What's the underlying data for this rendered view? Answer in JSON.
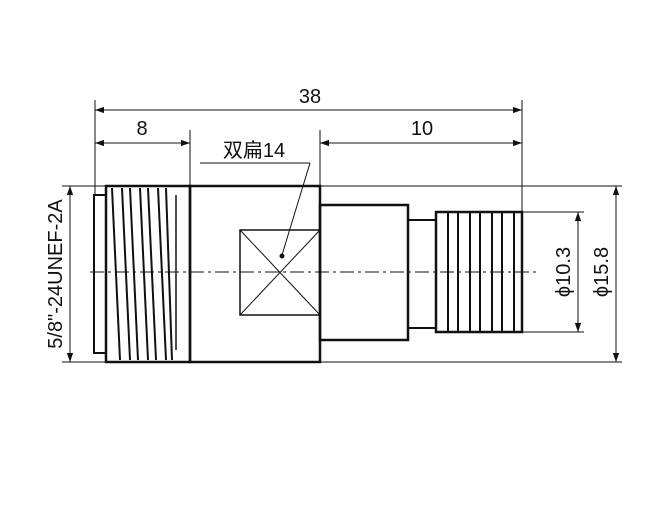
{
  "dimensions": {
    "overall_length": "38",
    "left_length": "8",
    "right_length": "10",
    "hex_label": "双扁14",
    "thread_spec": "5/8\"-24UNEF-2A",
    "inner_diameter": "ϕ10.3",
    "outer_diameter": "ϕ15.8"
  },
  "colors": {
    "line": "#111111",
    "background": "#ffffff"
  }
}
